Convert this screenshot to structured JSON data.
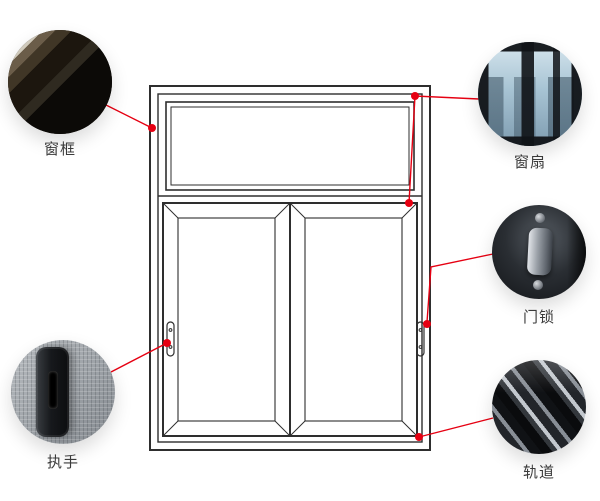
{
  "diagram": {
    "title_hint": "sliding-window-parts-diagram",
    "accent_color": "#e60012",
    "line_color": "#2e2e2e",
    "parts": [
      {
        "id": "frame",
        "label": "窗框"
      },
      {
        "id": "sash",
        "label": "窗扇"
      },
      {
        "id": "lock",
        "label": "门锁"
      },
      {
        "id": "track",
        "label": "轨道"
      },
      {
        "id": "handle",
        "label": "执手"
      }
    ]
  }
}
